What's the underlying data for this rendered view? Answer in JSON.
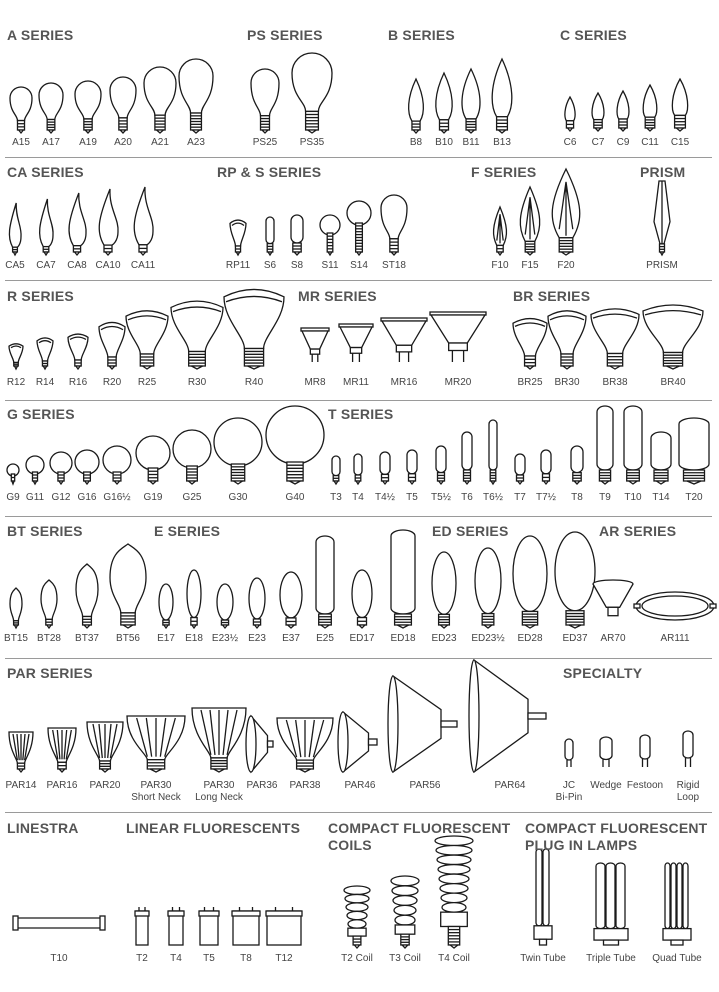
{
  "sections": [
    {
      "title": "A SERIES"
    },
    {
      "title": "PS SERIES"
    },
    {
      "title": "B SERIES"
    },
    {
      "title": "C SERIES"
    },
    {
      "title": "CA SERIES"
    },
    {
      "title": "RP & S SERIES"
    },
    {
      "title": "F SERIES"
    },
    {
      "title": "PRISM"
    },
    {
      "title": "R SERIES"
    },
    {
      "title": "MR SERIES"
    },
    {
      "title": "BR SERIES"
    },
    {
      "title": "G SERIES"
    },
    {
      "title": "T SERIES"
    },
    {
      "title": "BT SERIES"
    },
    {
      "title": "E SERIES"
    },
    {
      "title": "ED SERIES"
    },
    {
      "title": "AR SERIES"
    },
    {
      "title": "PAR SERIES"
    },
    {
      "title": "SPECIALTY"
    },
    {
      "title": "LINESTRA"
    },
    {
      "title": "LINEAR FLUORESCENTS"
    },
    {
      "title": "COMPACT FLUORESCENT"
    },
    {
      "title": "COILS"
    },
    {
      "title": "COMPACT FLUORESCENT"
    },
    {
      "title": "PLUG IN LAMPS"
    }
  ],
  "bulbs": [
    {
      "label": "A15",
      "icon": "bulb-a15-icon"
    },
    {
      "label": "A17",
      "icon": "bulb-a17-icon"
    },
    {
      "label": "A19",
      "icon": "bulb-a19-icon"
    },
    {
      "label": "A20",
      "icon": "bulb-a20-icon"
    },
    {
      "label": "A21",
      "icon": "bulb-a21-icon"
    },
    {
      "label": "A23",
      "icon": "bulb-a23-icon"
    },
    {
      "label": "PS25",
      "icon": "bulb-ps25-icon"
    },
    {
      "label": "PS35",
      "icon": "bulb-ps35-icon"
    },
    {
      "label": "B8",
      "icon": "bulb-b8-icon"
    },
    {
      "label": "B10",
      "icon": "bulb-b10-icon"
    },
    {
      "label": "B11",
      "icon": "bulb-b11-icon"
    },
    {
      "label": "B13",
      "icon": "bulb-b13-icon"
    },
    {
      "label": "C6",
      "icon": "bulb-c6-icon"
    },
    {
      "label": "C7",
      "icon": "bulb-c7-icon"
    },
    {
      "label": "C9",
      "icon": "bulb-c9-icon"
    },
    {
      "label": "C11",
      "icon": "bulb-c11-icon"
    },
    {
      "label": "C15",
      "icon": "bulb-c15-icon"
    },
    {
      "label": "CA5",
      "icon": "bulb-ca5-icon"
    },
    {
      "label": "CA7",
      "icon": "bulb-ca7-icon"
    },
    {
      "label": "CA8",
      "icon": "bulb-ca8-icon"
    },
    {
      "label": "CA10",
      "icon": "bulb-ca10-icon"
    },
    {
      "label": "CA11",
      "icon": "bulb-ca11-icon"
    },
    {
      "label": "RP11",
      "icon": "bulb-rp11-icon"
    },
    {
      "label": "S6",
      "icon": "bulb-s6-icon"
    },
    {
      "label": "S8",
      "icon": "bulb-s8-icon"
    },
    {
      "label": "S11",
      "icon": "bulb-s11-icon"
    },
    {
      "label": "S14",
      "icon": "bulb-s14-icon"
    },
    {
      "label": "ST18",
      "icon": "bulb-st18-icon"
    },
    {
      "label": "F10",
      "icon": "bulb-f10-icon"
    },
    {
      "label": "F15",
      "icon": "bulb-f15-icon"
    },
    {
      "label": "F20",
      "icon": "bulb-f20-icon"
    },
    {
      "label": "PRISM",
      "icon": "bulb-prism-icon"
    },
    {
      "label": "R12",
      "icon": "bulb-r12-icon"
    },
    {
      "label": "R14",
      "icon": "bulb-r14-icon"
    },
    {
      "label": "R16",
      "icon": "bulb-r16-icon"
    },
    {
      "label": "R20",
      "icon": "bulb-r20-icon"
    },
    {
      "label": "R25",
      "icon": "bulb-r25-icon"
    },
    {
      "label": "R30",
      "icon": "bulb-r30-icon"
    },
    {
      "label": "R40",
      "icon": "bulb-r40-icon"
    },
    {
      "label": "MR8",
      "icon": "bulb-mr8-icon"
    },
    {
      "label": "MR11",
      "icon": "bulb-mr11-icon"
    },
    {
      "label": "MR16",
      "icon": "bulb-mr16-icon"
    },
    {
      "label": "MR20",
      "icon": "bulb-mr20-icon"
    },
    {
      "label": "BR25",
      "icon": "bulb-br25-icon"
    },
    {
      "label": "BR30",
      "icon": "bulb-br30-icon"
    },
    {
      "label": "BR38",
      "icon": "bulb-br38-icon"
    },
    {
      "label": "BR40",
      "icon": "bulb-br40-icon"
    },
    {
      "label": "G9",
      "icon": "bulb-g9-icon"
    },
    {
      "label": "G11",
      "icon": "bulb-g11-icon"
    },
    {
      "label": "G12",
      "icon": "bulb-g12-icon"
    },
    {
      "label": "G16",
      "icon": "bulb-g16-icon"
    },
    {
      "label": "G16½",
      "icon": "bulb-g16half-icon"
    },
    {
      "label": "G19",
      "icon": "bulb-g19-icon"
    },
    {
      "label": "G25",
      "icon": "bulb-g25-icon"
    },
    {
      "label": "G30",
      "icon": "bulb-g30-icon"
    },
    {
      "label": "G40",
      "icon": "bulb-g40-icon"
    },
    {
      "label": "T3",
      "icon": "bulb-t3-icon"
    },
    {
      "label": "T4",
      "icon": "bulb-t4-icon"
    },
    {
      "label": "T4½",
      "icon": "bulb-t4half-icon"
    },
    {
      "label": "T5",
      "icon": "bulb-t5-icon"
    },
    {
      "label": "T5½",
      "icon": "bulb-t5half-icon"
    },
    {
      "label": "T6",
      "icon": "bulb-t6-icon"
    },
    {
      "label": "T6½",
      "icon": "bulb-t6half-icon"
    },
    {
      "label": "T7",
      "icon": "bulb-t7-icon"
    },
    {
      "label": "T7½",
      "icon": "bulb-t7half-icon"
    },
    {
      "label": "T8",
      "icon": "bulb-t8-icon"
    },
    {
      "label": "T9",
      "icon": "bulb-t9-icon"
    },
    {
      "label": "T10",
      "icon": "bulb-t10-icon"
    },
    {
      "label": "T14",
      "icon": "bulb-t14-icon"
    },
    {
      "label": "T20",
      "icon": "bulb-t20-icon"
    },
    {
      "label": "BT15",
      "icon": "bulb-bt15-icon"
    },
    {
      "label": "BT28",
      "icon": "bulb-bt28-icon"
    },
    {
      "label": "BT37",
      "icon": "bulb-bt37-icon"
    },
    {
      "label": "BT56",
      "icon": "bulb-bt56-icon"
    },
    {
      "label": "E17",
      "icon": "bulb-e17-icon"
    },
    {
      "label": "E18",
      "icon": "bulb-e18-icon"
    },
    {
      "label": "E23½",
      "icon": "bulb-e23half-icon"
    },
    {
      "label": "E23",
      "icon": "bulb-e23-icon"
    },
    {
      "label": "E37",
      "icon": "bulb-e37-icon"
    },
    {
      "label": "E25",
      "icon": "bulb-e25-icon"
    },
    {
      "label": "ED17",
      "icon": "bulb-ed17-icon"
    },
    {
      "label": "ED18",
      "icon": "bulb-ed18-icon"
    },
    {
      "label": "ED23",
      "icon": "bulb-ed23-icon"
    },
    {
      "label": "ED23½",
      "icon": "bulb-ed23half-icon"
    },
    {
      "label": "ED28",
      "icon": "bulb-ed28-icon"
    },
    {
      "label": "ED37",
      "icon": "bulb-ed37-icon"
    },
    {
      "label": "AR70",
      "icon": "bulb-ar70-icon"
    },
    {
      "label": "AR111",
      "icon": "bulb-ar111-icon"
    },
    {
      "label": "PAR14",
      "icon": "bulb-par14-icon"
    },
    {
      "label": "PAR16",
      "icon": "bulb-par16-icon"
    },
    {
      "label": "PAR20",
      "icon": "bulb-par20-icon"
    },
    {
      "label": "PAR30",
      "label2": "Short Neck",
      "icon": "bulb-par30-short-neck-icon"
    },
    {
      "label": "PAR30",
      "label2": "Long Neck",
      "icon": "bulb-par30-long-neck-icon"
    },
    {
      "label": "PAR36",
      "icon": "bulb-par36-icon"
    },
    {
      "label": "PAR38",
      "icon": "bulb-par38-icon"
    },
    {
      "label": "PAR46",
      "icon": "bulb-par46-icon"
    },
    {
      "label": "PAR56",
      "icon": "bulb-par56-icon"
    },
    {
      "label": "PAR64",
      "icon": "bulb-par64-icon"
    },
    {
      "label": "JC",
      "label2": "Bi-Pin",
      "icon": "bulb-jc-bipin-icon"
    },
    {
      "label": "Wedge",
      "icon": "bulb-wedge-icon"
    },
    {
      "label": "Festoon",
      "icon": "bulb-festoon-icon"
    },
    {
      "label": "Rigid",
      "label2": "Loop",
      "icon": "bulb-rigid-loop-icon"
    },
    {
      "label": "T10",
      "icon": "bulb-linestra-t10-icon"
    },
    {
      "label": "T2",
      "icon": "tube-t2-icon"
    },
    {
      "label": "T4",
      "icon": "tube-t4-icon"
    },
    {
      "label": "T5",
      "icon": "tube-t5-icon"
    },
    {
      "label": "T8",
      "icon": "tube-t8-icon"
    },
    {
      "label": "T12",
      "icon": "tube-t12-icon"
    },
    {
      "label": "T2 Coil",
      "icon": "cfl-t2-coil-icon"
    },
    {
      "label": "T3 Coil",
      "icon": "cfl-t3-coil-icon"
    },
    {
      "label": "T4 Coil",
      "icon": "cfl-t4-coil-icon"
    },
    {
      "label": "Twin Tube",
      "icon": "cfl-twin-tube-icon"
    },
    {
      "label": "Triple Tube",
      "icon": "cfl-triple-tube-icon"
    },
    {
      "label": "Quad Tube",
      "icon": "cfl-quad-tube-icon"
    }
  ],
  "colors": {
    "text": "#4a4a4a",
    "title": "#555555",
    "stroke": "#1a1a1a",
    "rule": "#9a9a9a"
  }
}
